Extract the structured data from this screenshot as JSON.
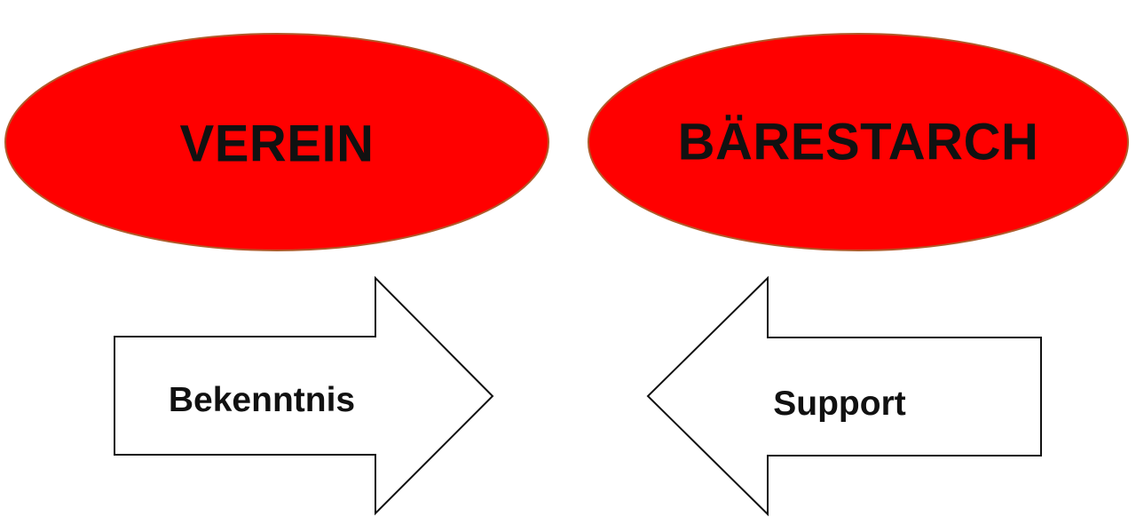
{
  "colors": {
    "oval_fill": "#ff0000",
    "oval_stroke": "#b05a2a",
    "arrow_fill": "#ffffff",
    "arrow_stroke": "#111111",
    "text": "#111111"
  },
  "ovals": {
    "left": {
      "label": "VEREIN"
    },
    "right": {
      "label": "BÄRESTARCH"
    }
  },
  "arrows": {
    "right_pointing": {
      "label": "Bekenntnis",
      "direction": "right"
    },
    "left_pointing": {
      "label": "Support",
      "direction": "left"
    }
  }
}
